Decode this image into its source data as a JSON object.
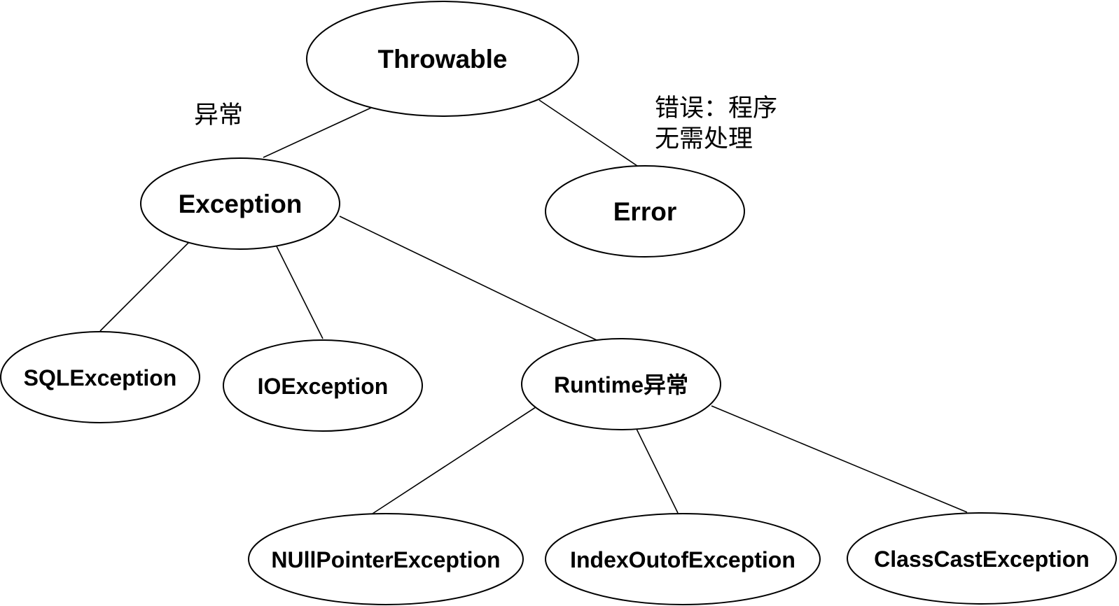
{
  "diagram": {
    "nodes": {
      "throwable": "Throwable",
      "exception": "Exception",
      "error": "Error",
      "sqlexception": "SQLException",
      "ioexception": "IOException",
      "runtime": "Runtime异常",
      "nullpointer": "NUllPointerException",
      "indexoutof": "IndexOutofException",
      "classcast": "ClassCastException"
    },
    "annotations": {
      "exception_label": "异常",
      "error_note_line1": "错误：程序",
      "error_note_line2": "无需处理"
    }
  },
  "colors": {
    "line": "#000000",
    "node_fill": "#ffffff",
    "text": "#000000"
  }
}
